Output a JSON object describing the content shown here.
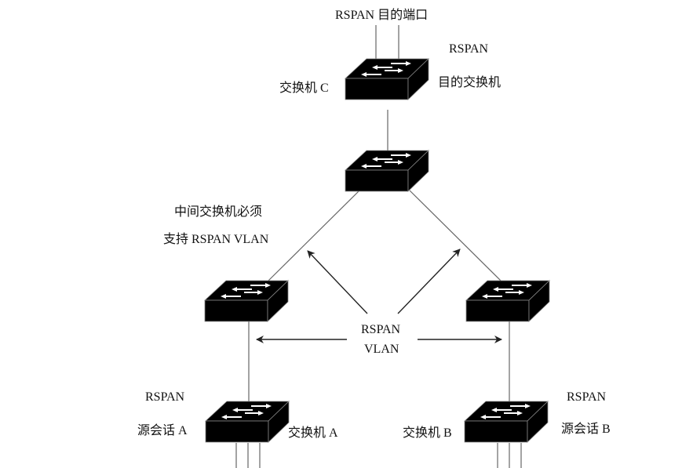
{
  "diagram": {
    "title": "RSPAN topology",
    "labels": {
      "dest_port": "RSPAN 目的端口",
      "dest_switch_line1": "RSPAN",
      "dest_switch_line2": "目的交换机",
      "switch_c": "交换机 C",
      "intermediate_line1": "中间交换机必须",
      "intermediate_line2": "支持 RSPAN VLAN",
      "vlan_line1": "RSPAN",
      "vlan_line2": "VLAN",
      "source_a_line1": "RSPAN",
      "source_a_line2": "源会话 A",
      "switch_a": "交换机 A",
      "switch_b": "交换机 B",
      "source_b_line1": "RSPAN",
      "source_b_line2": "源会话 B"
    },
    "nodes": [
      {
        "id": "switch-c",
        "role": "RSPAN destination switch"
      },
      {
        "id": "switch-core",
        "role": "intermediate switch"
      },
      {
        "id": "switch-mid-left",
        "role": "intermediate switch"
      },
      {
        "id": "switch-mid-right",
        "role": "intermediate switch"
      },
      {
        "id": "switch-a",
        "role": "RSPAN source switch A"
      },
      {
        "id": "switch-b",
        "role": "RSPAN source switch B"
      }
    ],
    "links": [
      [
        "switch-c",
        "switch-core"
      ],
      [
        "switch-core",
        "switch-mid-left"
      ],
      [
        "switch-core",
        "switch-mid-right"
      ],
      [
        "switch-mid-left",
        "switch-a"
      ],
      [
        "switch-mid-right",
        "switch-b"
      ]
    ],
    "colors": {
      "switch_body": "#000000",
      "switch_arrows": "#ffffff",
      "link": "#555555",
      "arrow": "#222222"
    }
  }
}
